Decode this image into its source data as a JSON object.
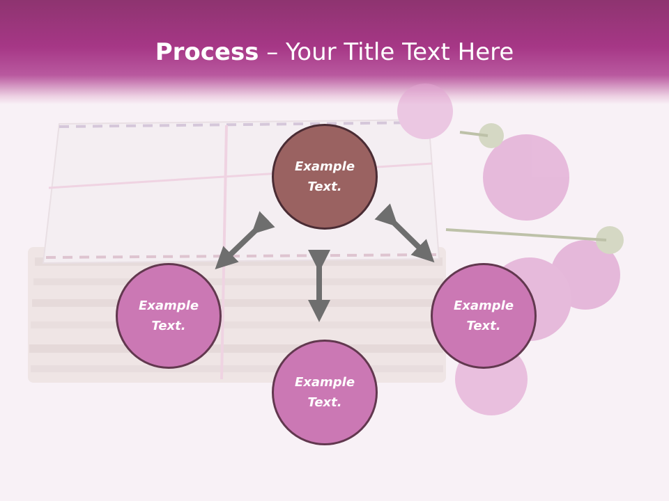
{
  "slide": {
    "title_bold": "Process",
    "title_rest": " – Your Title Text Here"
  },
  "nodes": {
    "top": "Example\nText.",
    "left": "Example\nText.",
    "right": "Example\nText.",
    "bottom": "Example\nText."
  },
  "colors": {
    "header": "#a63786",
    "node_fill": "#cb78b4",
    "center_fill": "#9a6261",
    "arrow": "#6e6e6e"
  }
}
